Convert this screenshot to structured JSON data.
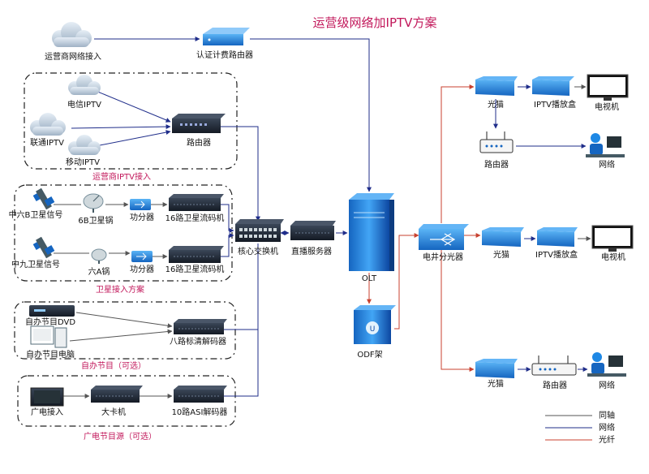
{
  "title": "运营级网络加IPTV方案",
  "colors": {
    "coax": "#555555",
    "network": "#1f2d8a",
    "fiber": "#c8412f",
    "section_label": "#c2185b",
    "device_blue": "#1e88e5",
    "device_dark": "#1c2433"
  },
  "groups": {
    "operator_iptv": "运营商IPTV接入",
    "satellite": "卫星接入方案",
    "self_program": "自办节目（可选）",
    "broadcast": "广电节目源（可选）"
  },
  "nodes": {
    "isp_access": "运营商网络接入",
    "auth_router": "认证计费路由器",
    "telecom_iptv": "电信IPTV",
    "unicom_iptv": "联通IPTV",
    "mobile_iptv": "移动IPTV",
    "router_main": "路由器",
    "sat_6b": "中六B卫星信号",
    "dish_6b": "6B卫星锅",
    "splitter_1": "功分器",
    "encoder_1": "16路卫星流码机",
    "sat_9": "中九卫星信号",
    "dish_6a": "六A锅",
    "splitter_2": "功分器",
    "encoder_2": "16路卫星流码机",
    "core_switch": "核心交换机",
    "live_server": "直播服务器",
    "olt": "OLT",
    "odf": "ODF架",
    "dvd": "自办节目DVD",
    "pc": "自办节目电脑",
    "decoder_8": "八路标清解码器",
    "broadcast_in": "广电接入",
    "card_box": "大卡机",
    "asi_decoder": "10路ASI解码器",
    "splitter_well": "电井分光器",
    "onu_1": "光猫",
    "iptv_box_1": "IPTV播放盒",
    "tv_1": "电视机",
    "router_1": "路由器",
    "network_1": "网络",
    "onu_2": "光猫",
    "iptv_box_2": "IPTV播放盒",
    "tv_2": "电视机",
    "onu_3": "光猫",
    "router_3": "路由器",
    "network_3": "网络"
  },
  "legend": [
    {
      "label": "同轴",
      "color": "#555555"
    },
    {
      "label": "网络",
      "color": "#1f2d8a"
    },
    {
      "label": "光纤",
      "color": "#c8412f"
    }
  ]
}
